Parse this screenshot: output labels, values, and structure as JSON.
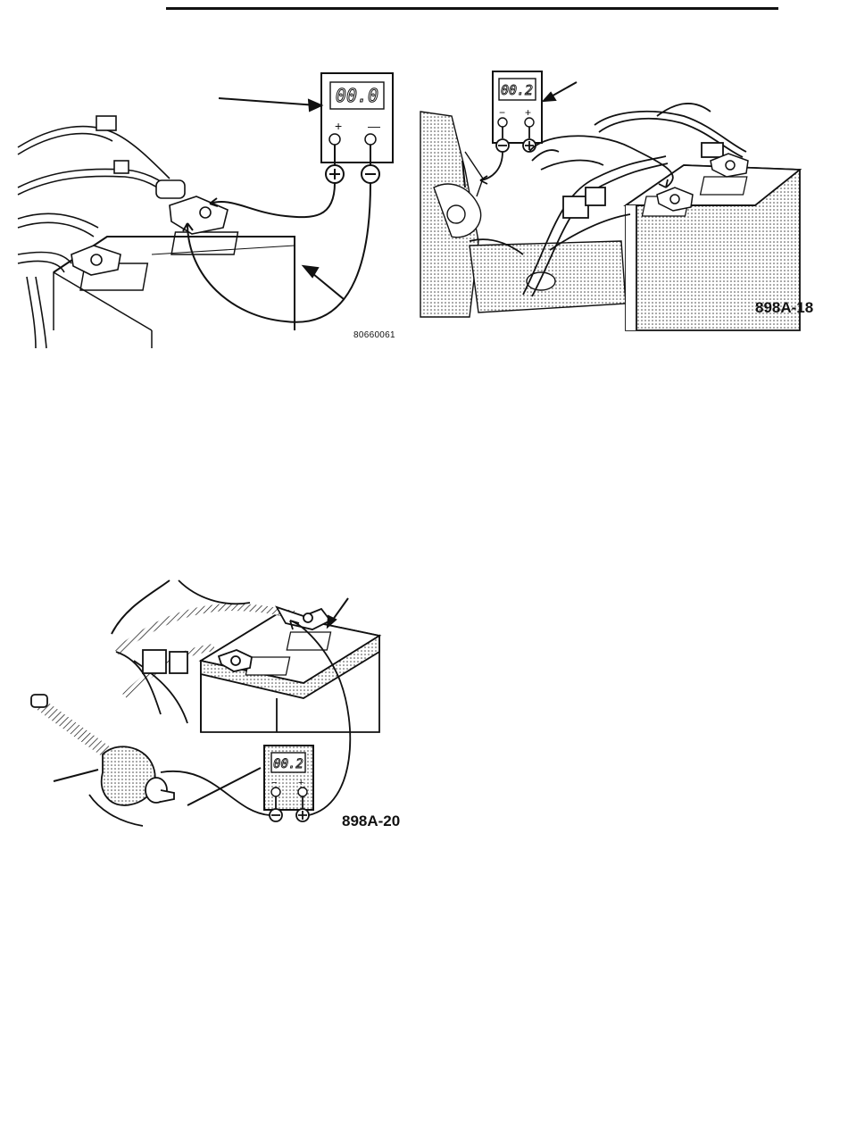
{
  "figures": [
    {
      "id": "fig1",
      "label": "80660061",
      "meter_reading": "00.0",
      "meter_pos_mark": "+",
      "meter_neg_mark": "—"
    },
    {
      "id": "fig2",
      "label": "898A-18",
      "meter_reading": "00.2",
      "meter_pos_mark": "+",
      "meter_neg_mark": "−"
    },
    {
      "id": "fig3",
      "label": "898A-20",
      "meter_reading": "00.2",
      "meter_pos_mark": "+",
      "meter_neg_mark": "−"
    }
  ],
  "colors": {
    "ink": "#111111",
    "paper": "#ffffff",
    "shade": "#bdbdbd"
  }
}
